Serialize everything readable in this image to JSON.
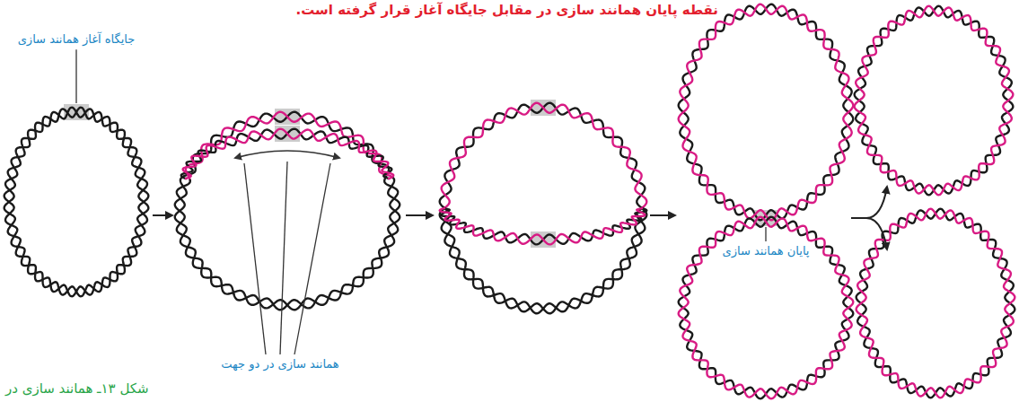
{
  "diagram": {
    "caption": "شکل ۱۳ـ همانند سازی در",
    "labels": [
      "نقطه پایان همانند سازی در مقابل جایگاه آغاز قرار گرفته است.",
      "جایگاه آغاز همانند سازی",
      "همانند سازی در دو جهت",
      "پایان همانند سازی"
    ]
  }
}
